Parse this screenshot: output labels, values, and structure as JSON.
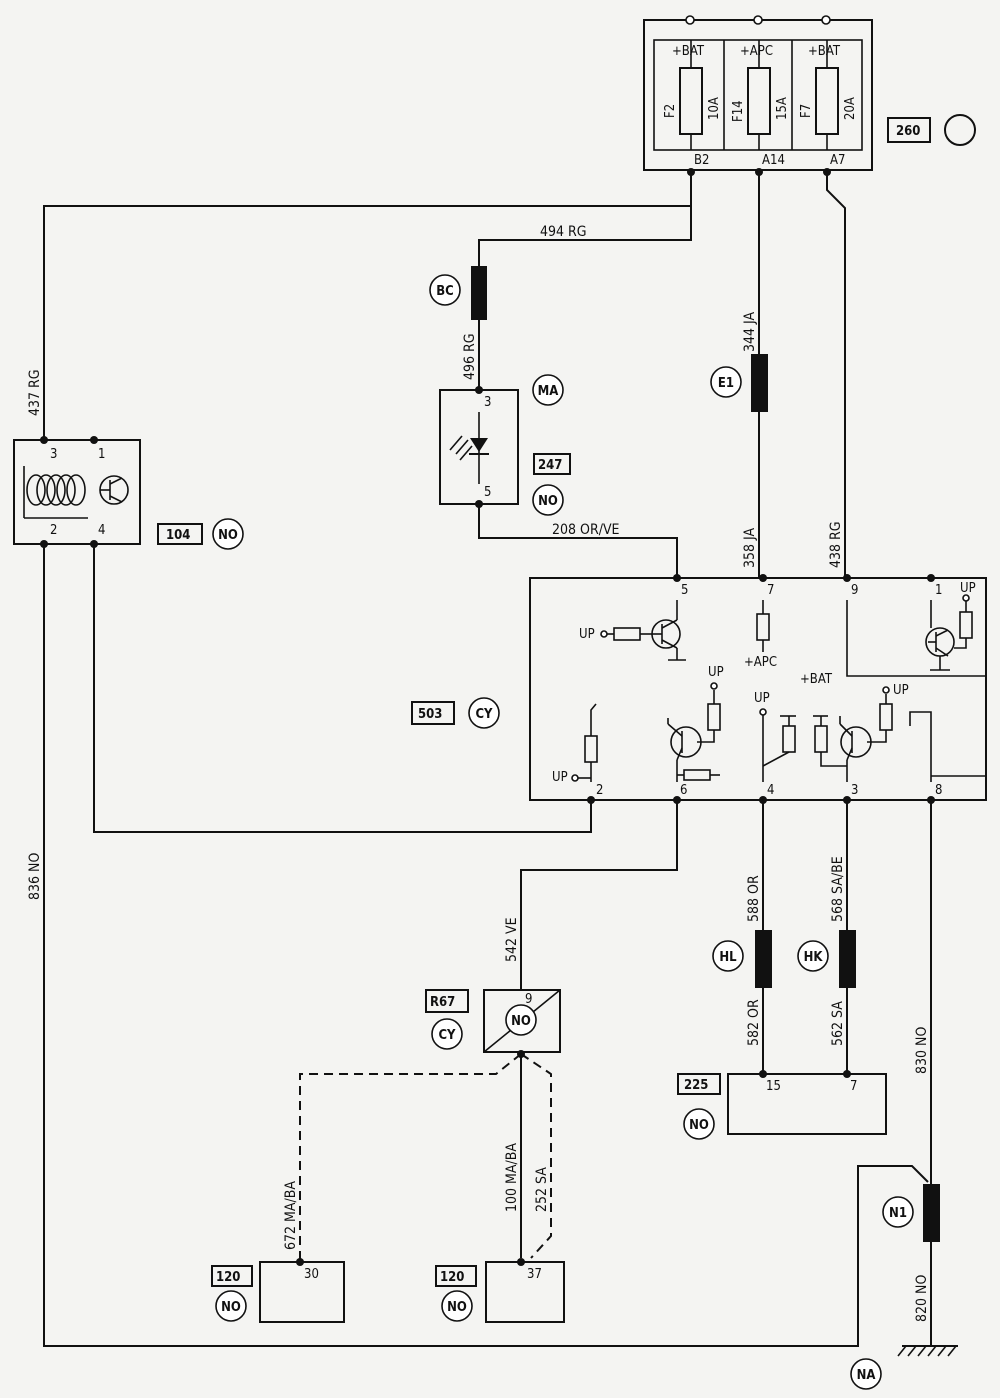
{
  "fusebox": {
    "code": "260",
    "fuses": [
      {
        "supply": "+BAT",
        "id": "F2",
        "rating": "10A",
        "pin": "B2"
      },
      {
        "supply": "+APC",
        "id": "F14",
        "rating": "15A",
        "pin": "A14"
      },
      {
        "supply": "+BAT",
        "id": "F7",
        "rating": "20A",
        "pin": "A7"
      }
    ]
  },
  "wires": {
    "w494": "494 RG",
    "w496": "496 RG",
    "w344": "344 JA",
    "w437": "437 RG",
    "w836": "836 NO",
    "w208": "208 OR/VE",
    "w358": "358 JA",
    "w438": "438 RG",
    "w542": "542 VE",
    "w588": "588 OR",
    "w568": "568 SA/BE",
    "w582": "582 OR",
    "w562": "562 SA",
    "w830": "830 NO",
    "w820": "820 NO",
    "w672": "672 MA/BA",
    "w100": "100 MA/BA",
    "w252": "252 SA"
  },
  "connectors": {
    "bc": "BC",
    "e1": "E1",
    "ma": "MA",
    "hl": "HL",
    "hk": "HK",
    "n1": "N1",
    "na": "NA"
  },
  "components": {
    "c104": {
      "code": "104",
      "color": "NO",
      "pins": [
        "3",
        "1",
        "2",
        "4"
      ]
    },
    "c247": {
      "code": "247",
      "color": "NO",
      "pins": [
        "3",
        "5"
      ]
    },
    "c503": {
      "code": "503",
      "color": "CY",
      "pins": [
        "5",
        "7",
        "9",
        "1",
        "2",
        "6",
        "4",
        "3",
        "8"
      ],
      "up": "UP",
      "apc": "+APC",
      "bat": "+BAT"
    },
    "r67": {
      "code": "R67",
      "color": "CY",
      "inner": "NO",
      "pin": "9"
    },
    "c225": {
      "code": "225",
      "color": "NO",
      "pins": [
        "15",
        "7"
      ]
    },
    "c120a": {
      "code": "120",
      "color": "NO",
      "pin": "30"
    },
    "c120b": {
      "code": "120",
      "color": "NO",
      "pin": "37"
    }
  }
}
